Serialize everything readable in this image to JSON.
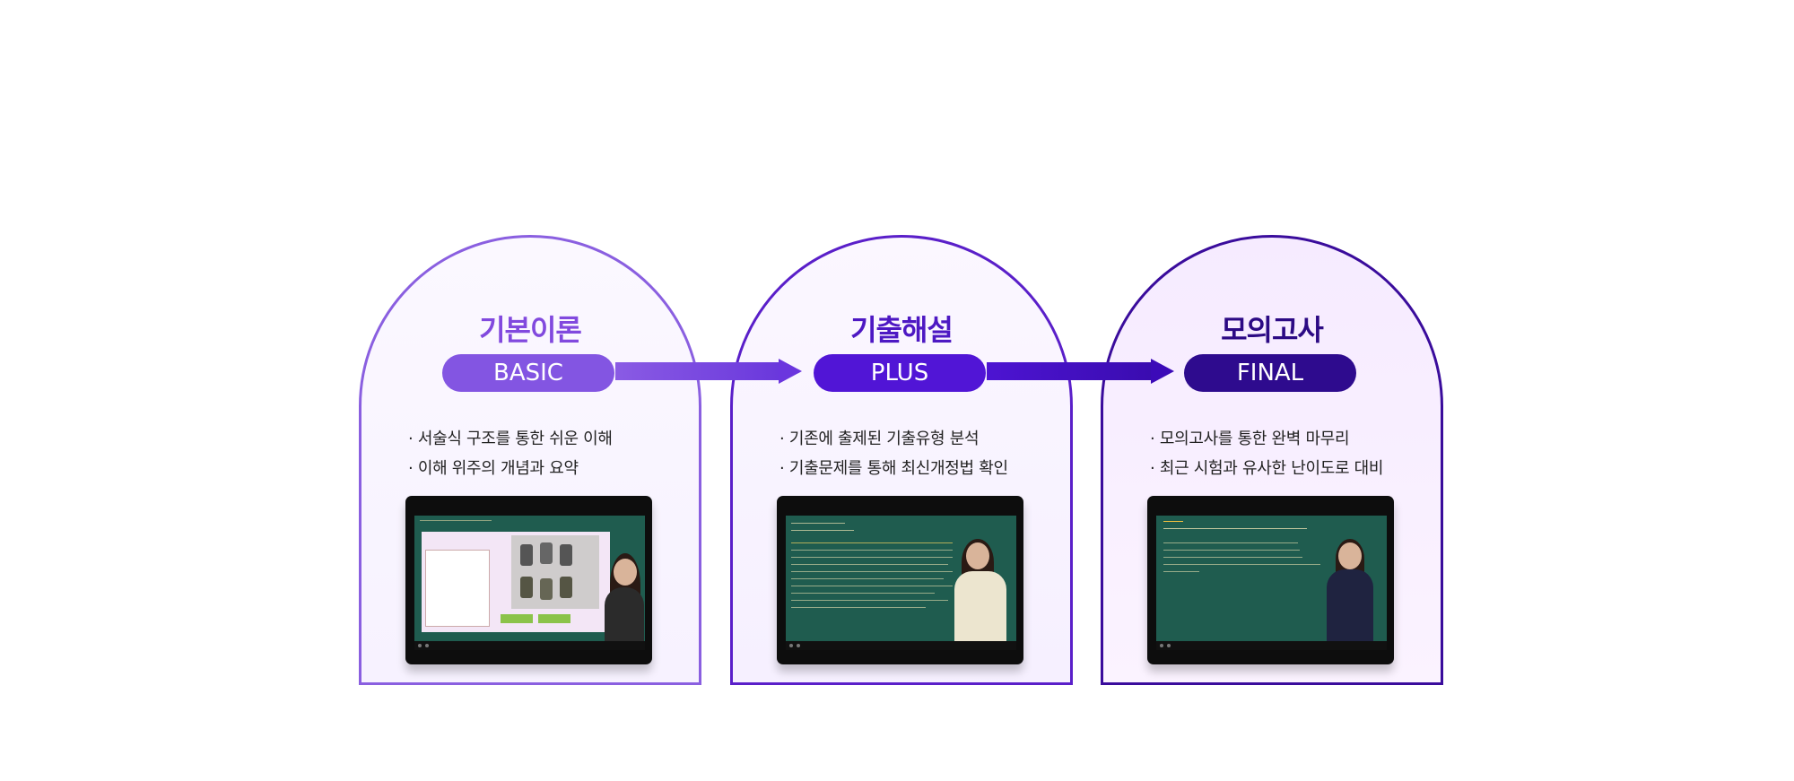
{
  "stages": [
    {
      "title": "기본이론",
      "badge": "BASIC",
      "bullets": [
        "· 서술식 구조를 통한 쉬운 이해",
        "· 이해 위주의 개념과 요약"
      ]
    },
    {
      "title": "기출해설",
      "badge": "PLUS",
      "bullets": [
        "· 기존에 출제된 기출유형 분석",
        "· 기출문제를 통해 최신개정법 확인"
      ]
    },
    {
      "title": "모의고사",
      "badge": "FINAL",
      "bullets": [
        "· 모의고사를 통한 완벽 마무리",
        "· 최근 시험과 유사한 난이도로 대비"
      ]
    }
  ],
  "colors": {
    "basic": "#8355e2",
    "plus": "#5115d6",
    "final": "#2e0b8e"
  }
}
